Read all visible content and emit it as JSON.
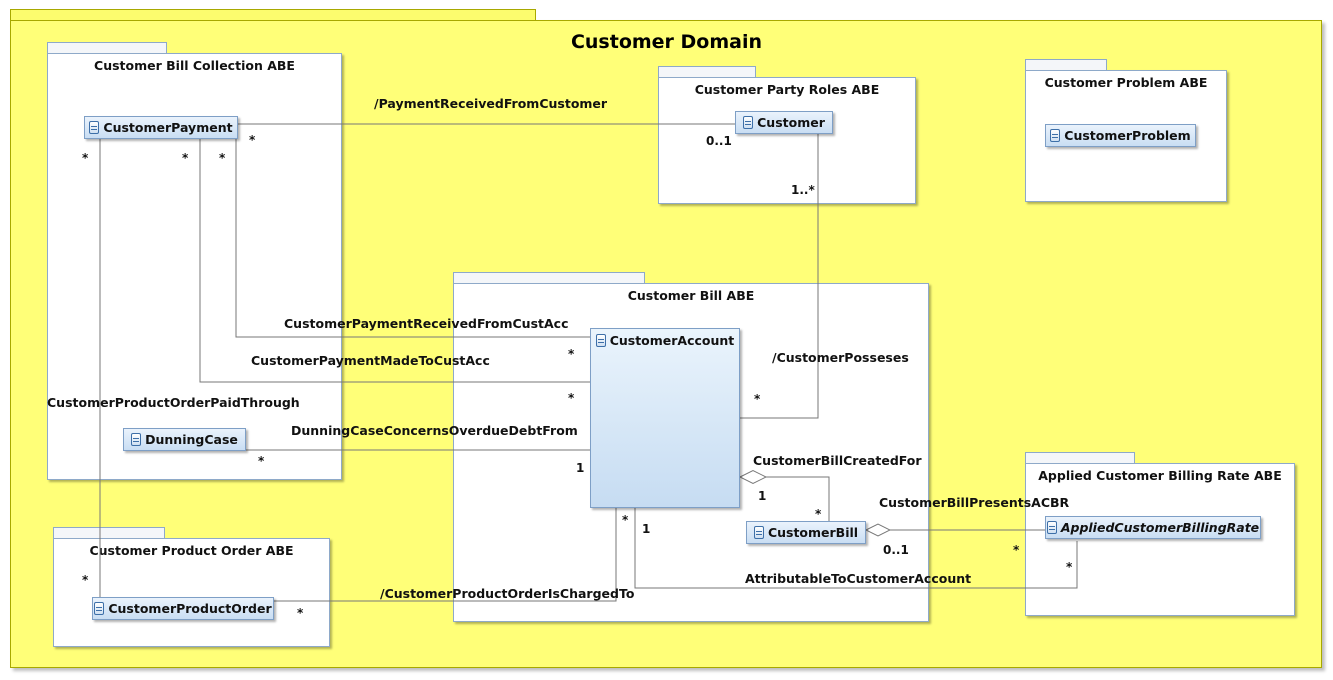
{
  "domain_title": "Customer Domain",
  "packages": {
    "bill_collection": "Customer Bill Collection ABE",
    "party_roles": "Customer Party Roles ABE",
    "problem": "Customer Problem ABE",
    "bill": "Customer Bill ABE",
    "billing_rate": "Applied Customer Billing Rate ABE",
    "product_order": "Customer Product Order ABE"
  },
  "classes": {
    "customer_payment": "CustomerPayment",
    "customer": "Customer",
    "customer_problem": "CustomerProblem",
    "customer_account": "CustomerAccount",
    "dunning_case": "DunningCase",
    "customer_bill": "CustomerBill",
    "applied_billing_rate": "AppliedCustomerBillingRate",
    "customer_product_order": "CustomerProductOrder"
  },
  "associations": {
    "payment_received_from_customer": "/PaymentReceivedFromCustomer",
    "payment_received_from_cust_acc": "CustomerPaymentReceivedFromCustAcc",
    "payment_made_to_cust_acc": "CustomerPaymentMadeToCustAcc",
    "product_order_paid_through": "CustomerProductOrderPaidThrough",
    "dunning_case_concerns": "DunningCaseConcernsOverdueDebtFrom",
    "customer_posseses": "/CustomerPosseses",
    "bill_created_for": "CustomerBillCreatedFor",
    "bill_presents_acbr": "CustomerBillPresentsACBR",
    "product_order_charged_to": "/CustomerProductOrderIsChargedTo",
    "attributable_to_account": "AttributableToCustomerAccount"
  },
  "multiplicities": {
    "star": "*",
    "zero_one": "0..1",
    "one_many": "1..*",
    "one": "1"
  }
}
